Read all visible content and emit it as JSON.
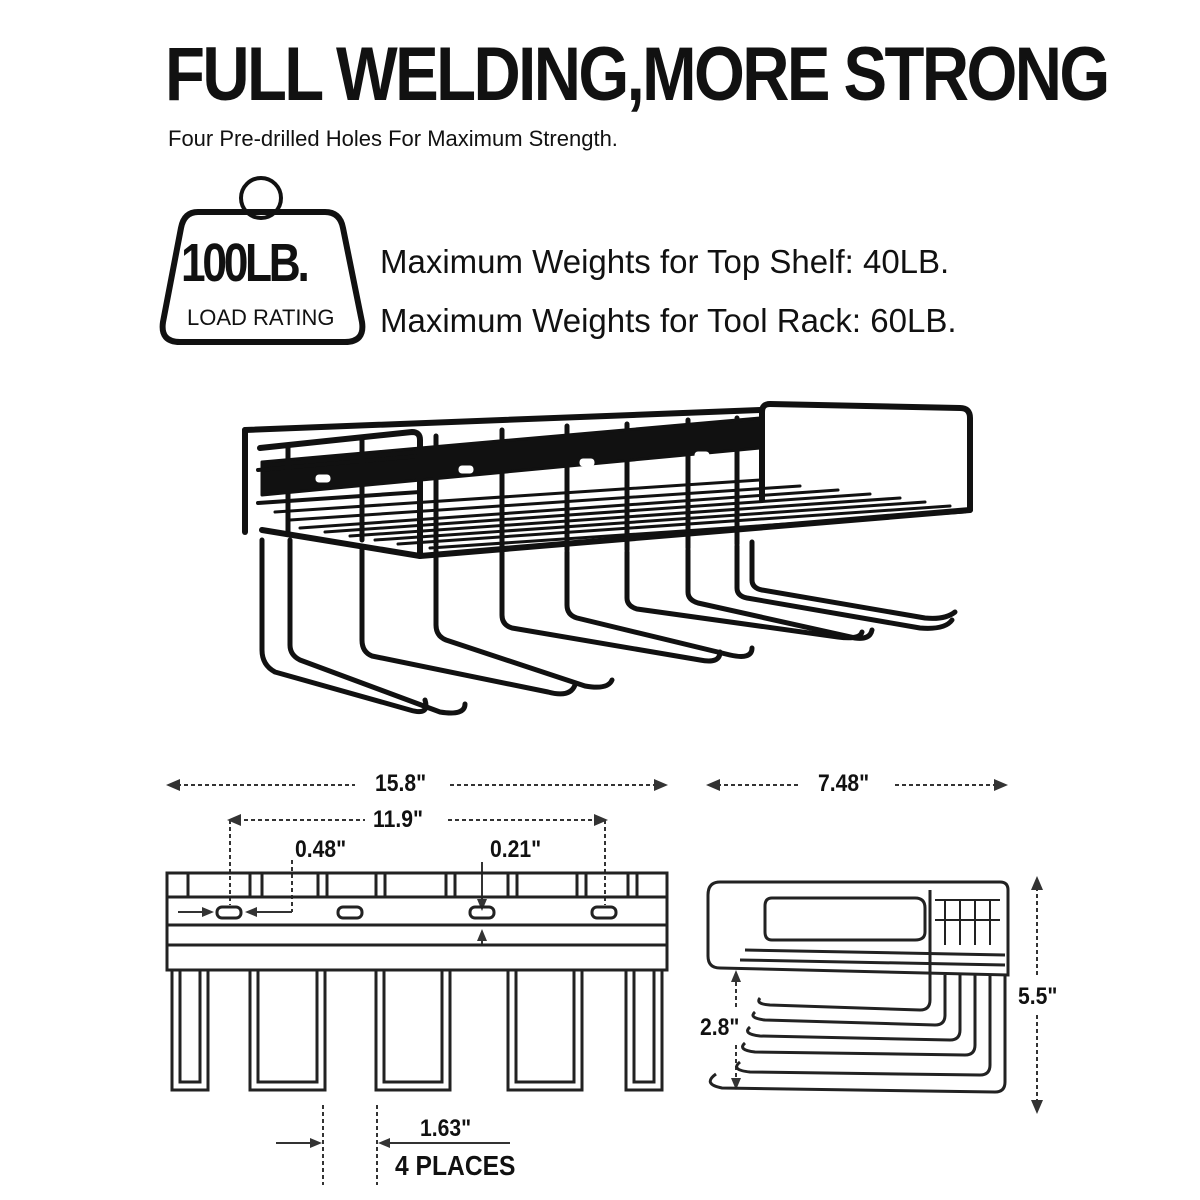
{
  "headline": "FULL WELDING,MORE STRONG",
  "subline": "Four Pre-drilled Holes For Maximum Strength.",
  "badge": {
    "value": "100LB.",
    "label": "LOAD RATING"
  },
  "specs": [
    "Maximum Weights for Top Shelf: 40LB.",
    "Maximum Weights for Tool Rack: 60LB."
  ],
  "dimensions": {
    "total_width": "15.8\"",
    "hole_span": "11.9\"",
    "hole_width": "0.48\"",
    "hole_height": "0.21\"",
    "depth": "7.48\"",
    "height": "5.5\"",
    "hook_gap": "2.8\"",
    "slot_width": "1.63\"",
    "slot_note": "4 PLACES"
  },
  "colors": {
    "ink": "#111111",
    "dim_line": "#333333",
    "background": "#ffffff"
  }
}
